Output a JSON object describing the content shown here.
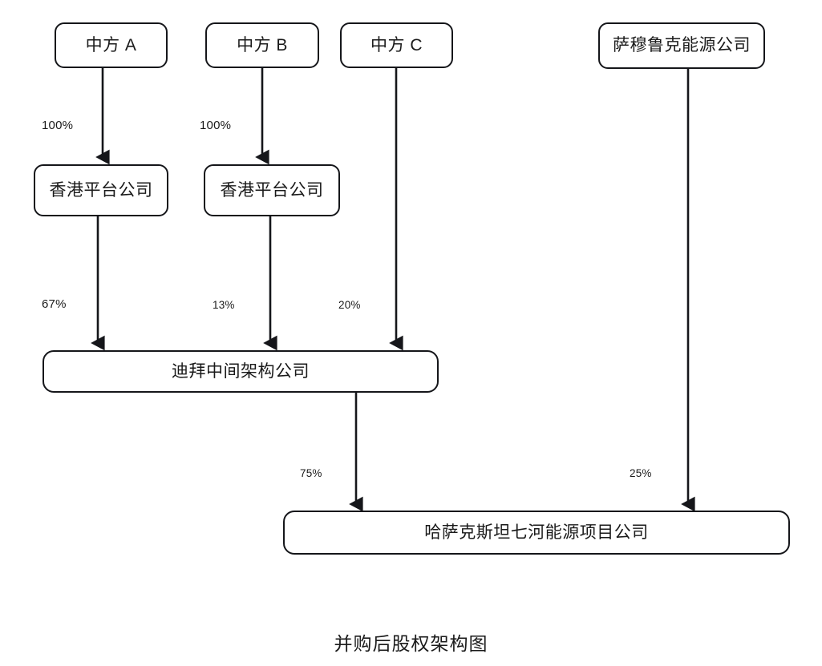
{
  "diagram": {
    "caption": "并购后股权架构图",
    "nodes": [
      {
        "id": "cn-a",
        "label": "中方 A"
      },
      {
        "id": "cn-b",
        "label": "中方 B"
      },
      {
        "id": "cn-c",
        "label": "中方 C"
      },
      {
        "id": "samruk",
        "label": "萨穆鲁克能源公司"
      },
      {
        "id": "hk-1",
        "label": "香港平台公司"
      },
      {
        "id": "hk-2",
        "label": "香港平台公司"
      },
      {
        "id": "dubai",
        "label": "迪拜中间架构公司"
      },
      {
        "id": "project",
        "label": "哈萨克斯坦七河能源项目公司"
      }
    ],
    "edges": [
      {
        "id": "e-cna-hk1",
        "from": "cn-a",
        "to": "hk-1",
        "label": "100%"
      },
      {
        "id": "e-cnb-hk2",
        "from": "cn-b",
        "to": "hk-2",
        "label": "100%"
      },
      {
        "id": "e-hk1-dubai",
        "from": "hk-1",
        "to": "dubai",
        "label": "67%"
      },
      {
        "id": "e-hk2-dubai",
        "from": "hk-2",
        "to": "dubai",
        "label": "13%"
      },
      {
        "id": "e-cnc-dubai",
        "from": "cn-c",
        "to": "dubai",
        "label": "20%"
      },
      {
        "id": "e-dubai-proj",
        "from": "dubai",
        "to": "project",
        "label": "75%"
      },
      {
        "id": "e-samruk-proj",
        "from": "samruk",
        "to": "project",
        "label": "25%"
      }
    ],
    "colors": {
      "stroke": "#15161a",
      "fill": "#ffffff",
      "text": "#1a1a1a"
    }
  }
}
